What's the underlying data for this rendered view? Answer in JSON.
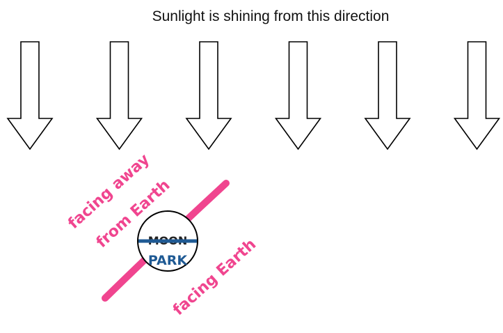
{
  "title": "Sunlight is shining from this direction",
  "arrow_count": 6,
  "moon_logo": {
    "top_text": "MOON",
    "bottom_text": "PARK"
  },
  "labels": {
    "away_line1": "facing away",
    "away_line2": "from Earth",
    "facing": "facing Earth"
  },
  "colors": {
    "highlight": "#f0458f",
    "logo_blue": "#1f5a94",
    "outline": "#000000"
  }
}
